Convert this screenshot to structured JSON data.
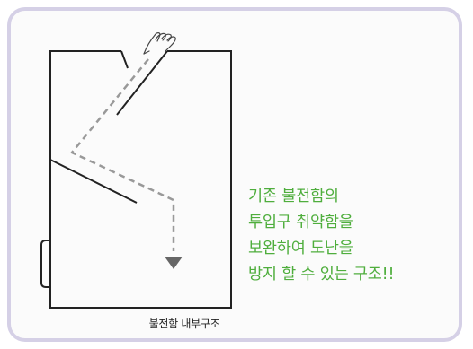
{
  "caption": "불전함 내부구조",
  "message": {
    "lines": [
      "기존 불전함의",
      "투입구 취약함을",
      "보완하여 도난을",
      "방지 할 수 있는 구조!!"
    ]
  },
  "colors": {
    "frame_border": "#d5d0e6",
    "background": "#fbfbfb",
    "outline": "#222222",
    "dashed_path": "#999999",
    "arrow_head": "#666666",
    "message_text": "#4fae3d"
  },
  "icons": {
    "hand": "hand-icon",
    "arrow": "arrow-down-icon"
  }
}
